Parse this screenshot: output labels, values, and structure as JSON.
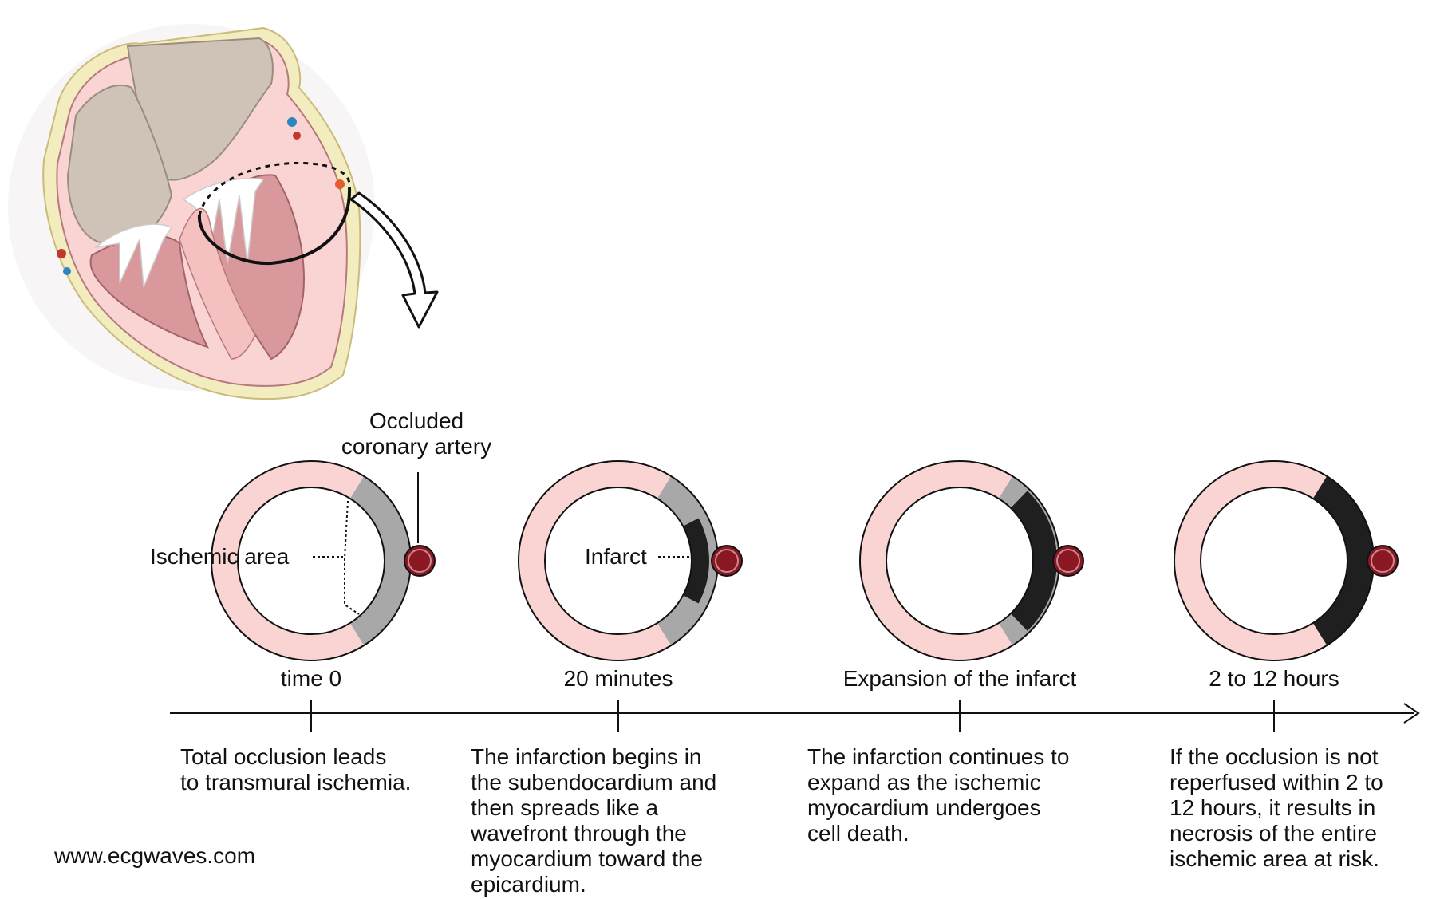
{
  "callouts": {
    "occluded_artery": [
      "Occluded",
      "coronary artery"
    ],
    "ischemic_area": "Ischemic area",
    "infarct": "Infarct"
  },
  "stages": [
    {
      "time_label": "time 0",
      "description": [
        "Total occlusion leads",
        "to transmural ischemia."
      ]
    },
    {
      "time_label": "20 minutes",
      "description": [
        "The infarction begins in",
        "the subendocardium and",
        "then spreads like a",
        "wavefront through the",
        "myocardium toward the",
        "epicardium."
      ]
    },
    {
      "time_label": "Expansion of the infarct",
      "description": [
        "The infarction continues to",
        "expand as the ischemic",
        "myocardium undergoes",
        "cell death."
      ]
    },
    {
      "time_label": "2 to 12 hours",
      "description": [
        "If the occlusion is not",
        "reperfused within 2 to",
        "12 hours, it results in",
        "necrosis of the entire",
        "ischemic area at risk."
      ]
    }
  ],
  "footer": {
    "website": "www.ecgwaves.com"
  },
  "colors": {
    "myocardium": "#f9d4d2",
    "myocardium_dark": "#d9999c",
    "ischemia": "#a8a8a8",
    "infarct": "#1f1f1f",
    "artery": "#8b1722",
    "atrium": "#cfc3b8",
    "fat": "#f3ecbf"
  },
  "icons": {
    "pointer": "curved-arrow-icon"
  }
}
